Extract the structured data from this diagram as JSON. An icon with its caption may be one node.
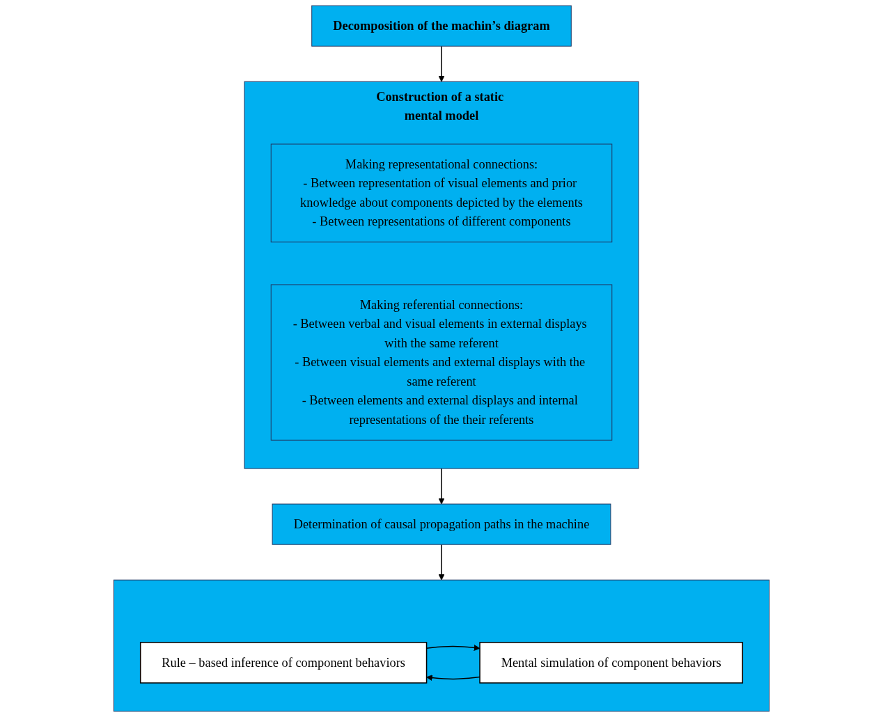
{
  "diagram": {
    "nodes": [
      {
        "text": [
          "Decomposition of the machin’s diagram"
        ]
      },
      {
        "text": [
          "Construction of a static mental model"
        ]
      },
      {
        "text": [
          "Making representational connections:",
          "- Between representation of visual elements and prior knowledge about components depicted by the elements",
          "- Between representations of different components"
        ],
        "in": 1
      },
      {
        "text": [
          "Making referential connections:",
          "- Between verbal and visual elements in external displays with the same referent",
          "- Between visual elements and external displays with the same referent",
          "- Between elements and external displays and internal representations of the their referents"
        ],
        "in": 1
      },
      {
        "text": [
          "Determination of causal propagation paths in the machine"
        ]
      },
      {
        "text": [],
        "shape": "box"
      },
      {
        "text": [
          "Rule – based inference of component behaviors"
        ],
        "in": 5
      },
      {
        "text": [
          "Mental simulation of component behaviors"
        ],
        "in": 5
      }
    ],
    "edges": [
      {
        "from": 0,
        "to": 1,
        "arrow": "to"
      },
      {
        "from": 1,
        "to": 4,
        "arrow": "to"
      },
      {
        "from": 4,
        "to": 5,
        "arrow": "to"
      },
      {
        "from": 6,
        "to": 7,
        "arrow": "to"
      },
      {
        "from": 7,
        "to": 6,
        "arrow": "to"
      }
    ]
  }
}
